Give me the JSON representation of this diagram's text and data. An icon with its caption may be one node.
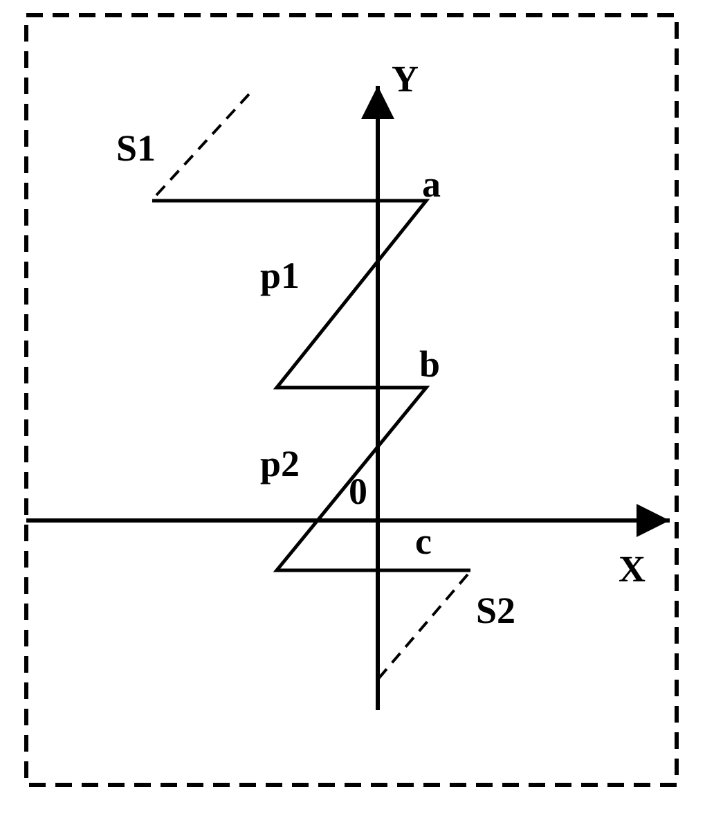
{
  "diagram": {
    "labels": [
      "Y",
      "S1",
      "a",
      "p1",
      "b",
      "p2",
      "0",
      "c",
      "X",
      "S2"
    ]
  }
}
